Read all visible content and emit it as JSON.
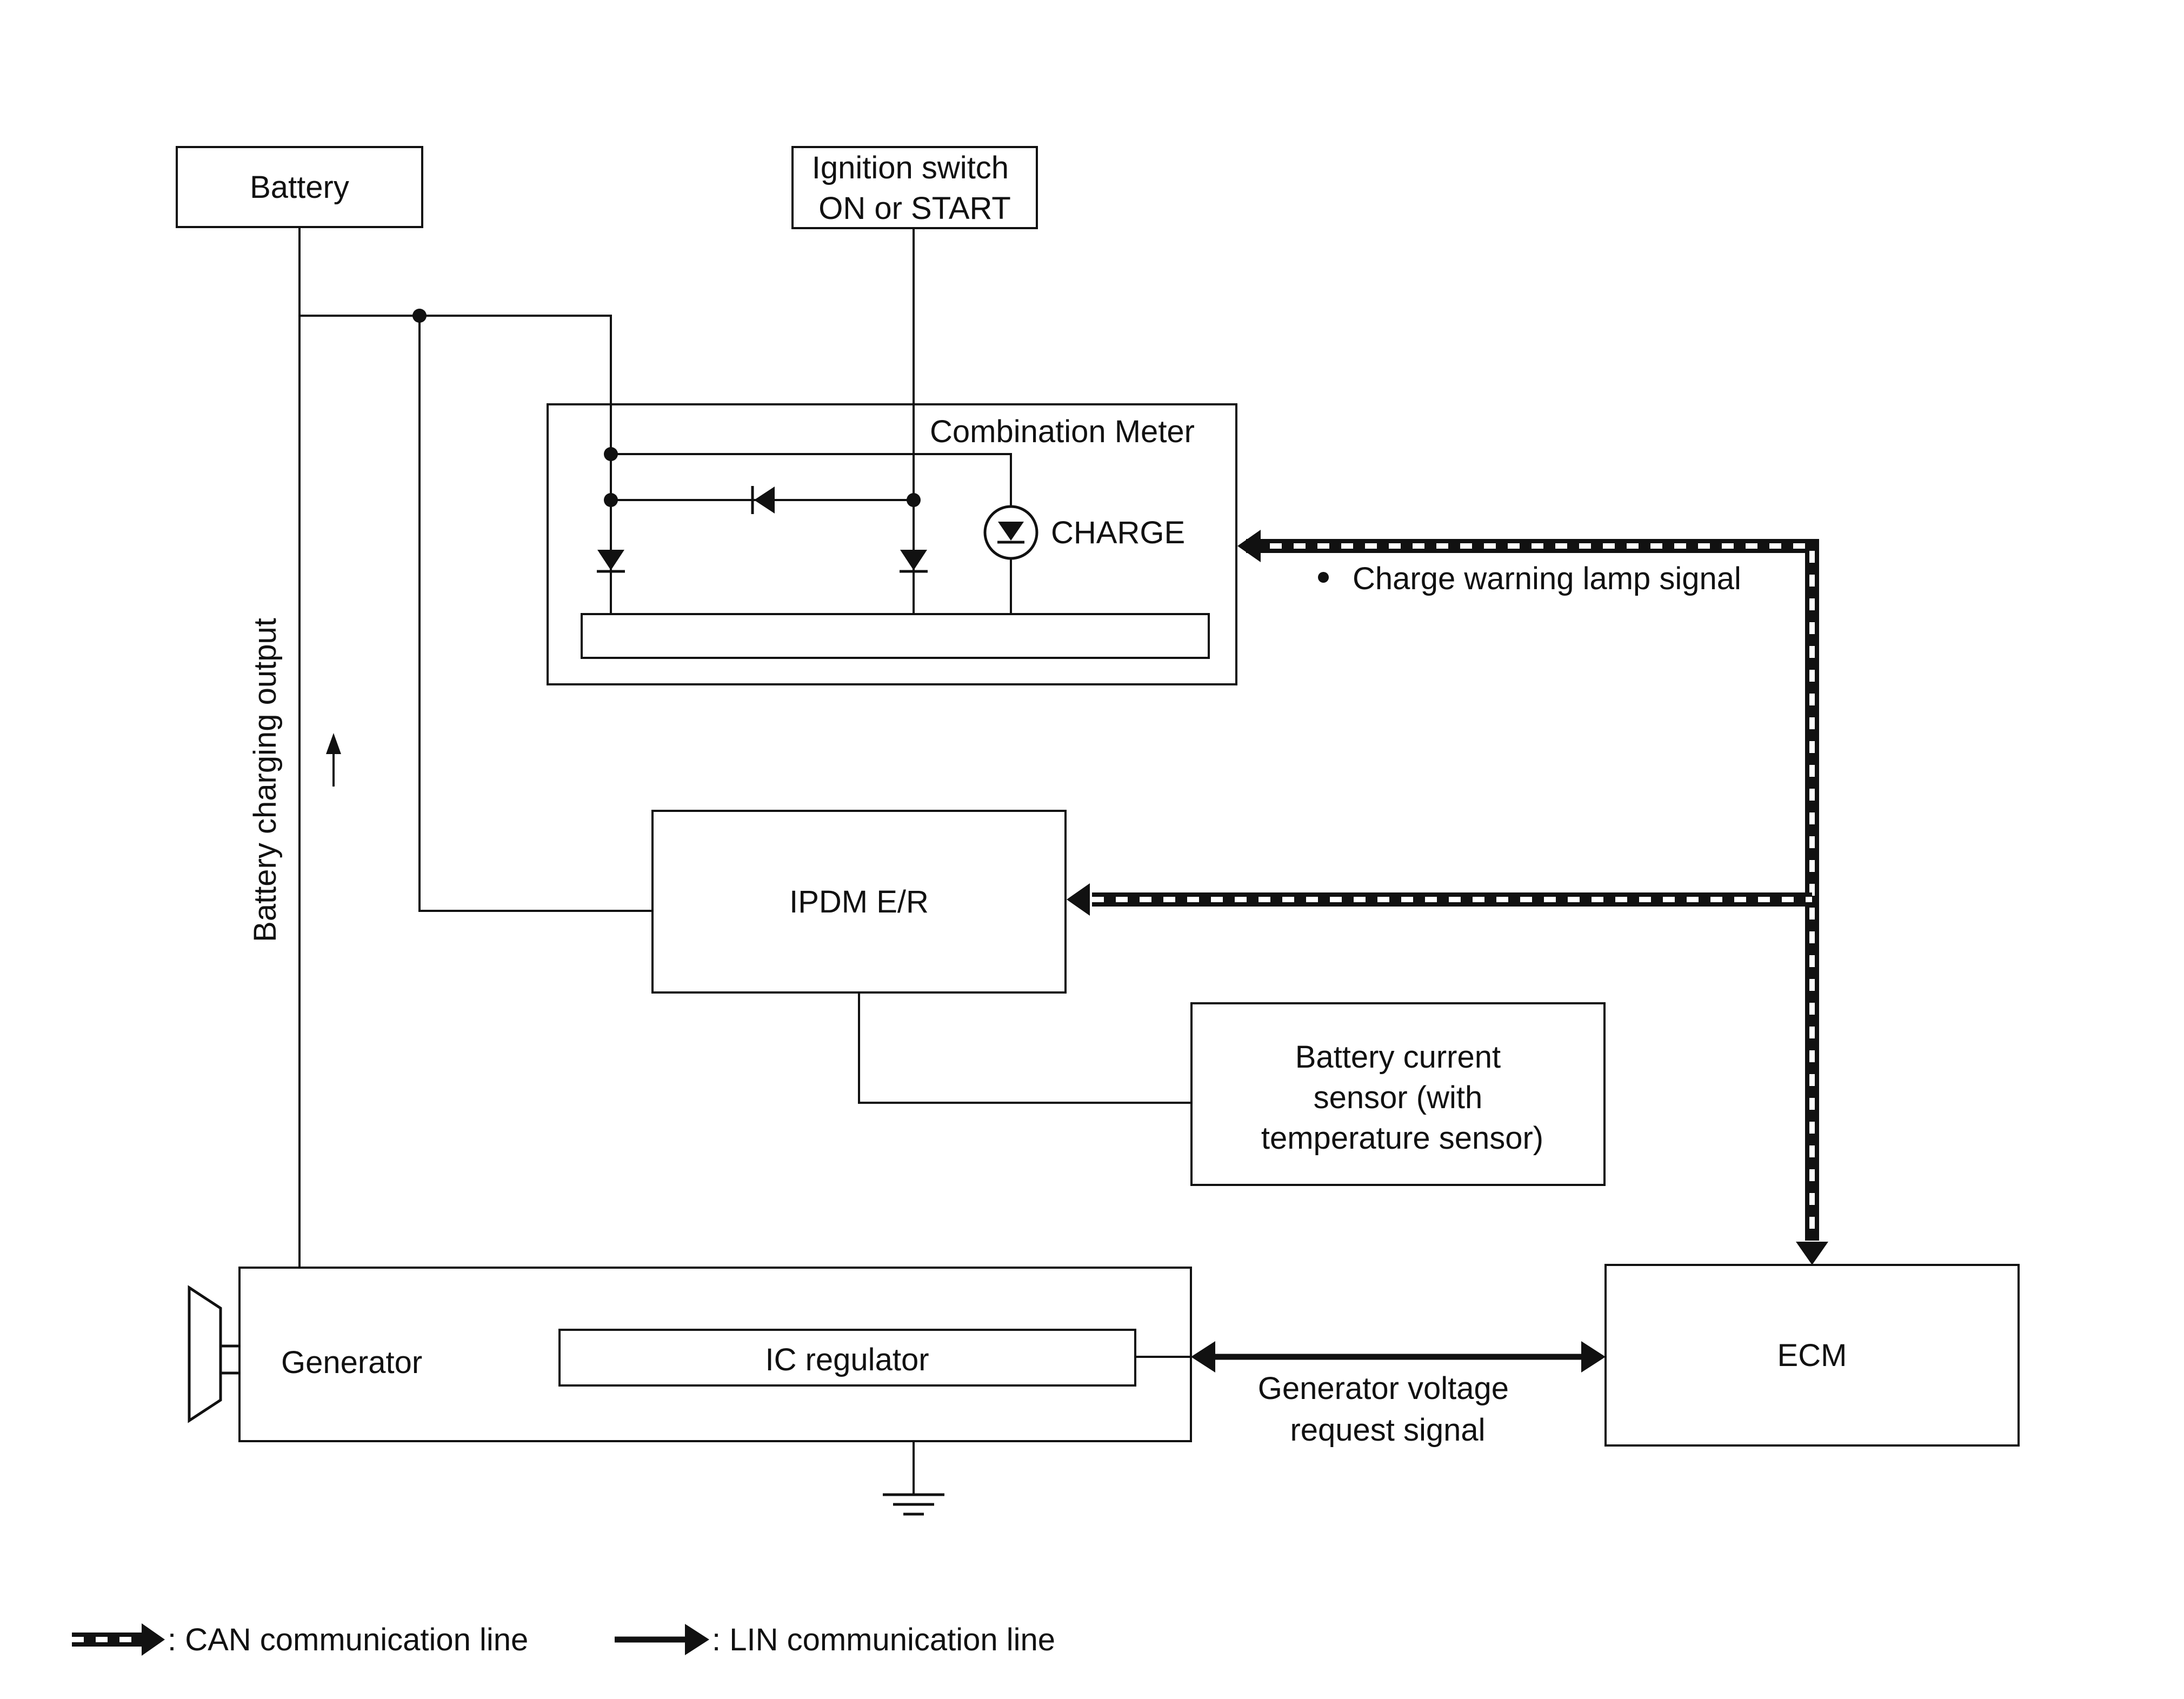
{
  "blocks": {
    "battery": "Battery",
    "ignition_switch": [
      "Ignition switch",
      "ON or START"
    ],
    "combination_meter": "Combination Meter",
    "charge_lamp": "CHARGE",
    "ipdm": "IPDM E/R",
    "battery_current_sensor": [
      "Battery current",
      "sensor (with",
      "temperature sensor)"
    ],
    "generator": "Generator",
    "ic_regulator": "IC regulator",
    "ecm": "ECM"
  },
  "signals": {
    "battery_charging_output": "Battery charging output",
    "charge_warning_lamp": "Charge warning lamp signal",
    "generator_voltage_request": [
      "Generator voltage",
      "request signal"
    ]
  },
  "legend": {
    "can": ": CAN communication line",
    "lin": ": LIN communication line"
  },
  "colors": {
    "line": "#111111",
    "background": "#ffffff"
  }
}
